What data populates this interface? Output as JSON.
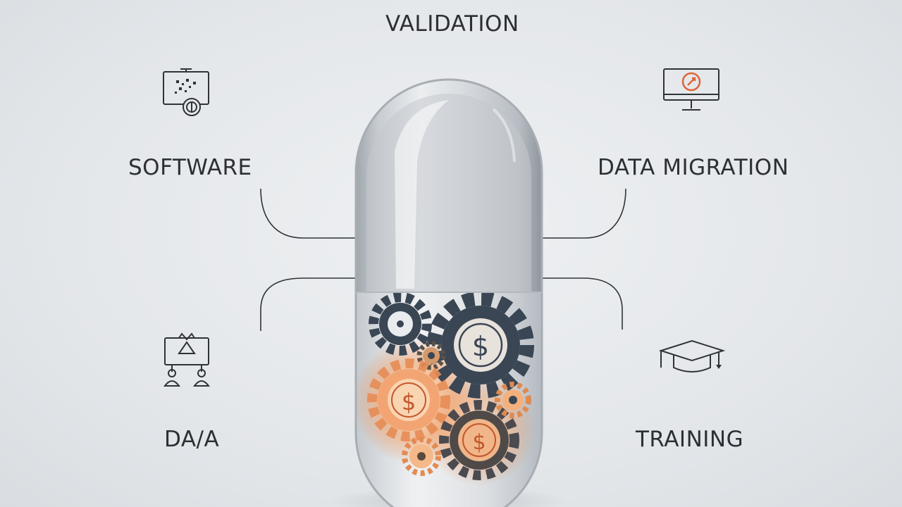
{
  "labels": {
    "top": "VALIDATION",
    "upper_left": "SOFTWARE",
    "upper_right": "DATA MIGRATION",
    "lower_left": "DA/A",
    "lower_right": "TRAINING"
  },
  "icons": {
    "upper_left": "monitor-circuit-icon",
    "upper_right": "monitor-target-icon",
    "lower_left": "collaboration-screen-icon",
    "lower_right": "graduation-cap-icon"
  },
  "colors": {
    "background": "#e6e9ec",
    "stroke": "#2f3338",
    "gear_dark": "#3a4654",
    "gear_glow": "#f0a06a",
    "accent": "#e0623a"
  }
}
